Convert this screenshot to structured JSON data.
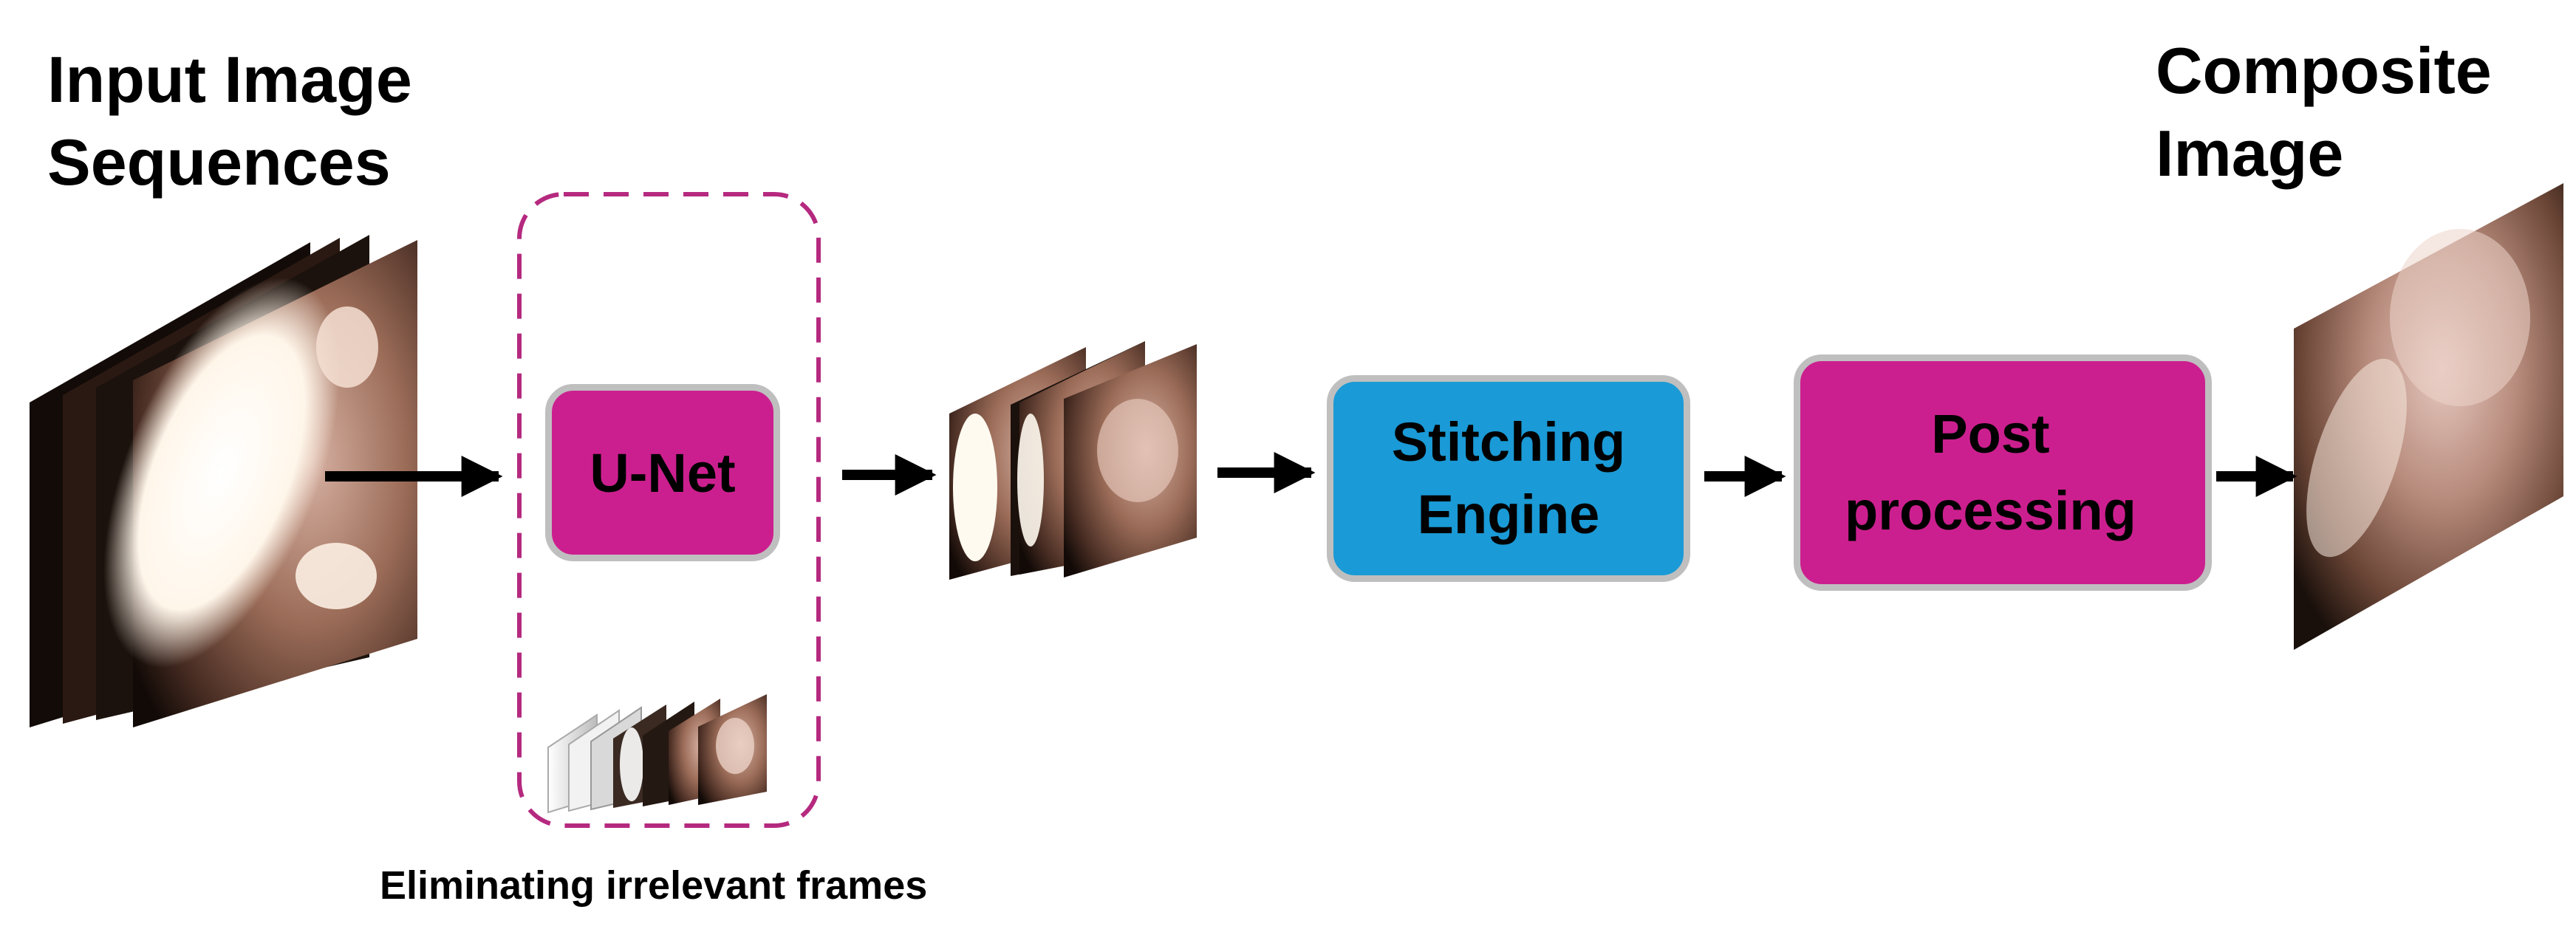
{
  "headings": {
    "input_line1": "Input Image",
    "input_line2": "Sequences",
    "composite_line1": "Composite",
    "composite_line2": "Image"
  },
  "boxes": {
    "unet": {
      "label": "U-Net",
      "color": "#cc1f8f"
    },
    "stitching": {
      "line1": "Stitching",
      "line2": "Engine",
      "color": "#1a9ad6"
    },
    "post": {
      "line1": "Post",
      "line2": "processing",
      "color": "#cc1f8f"
    }
  },
  "filter_caption": "Eliminating irrelevant frames",
  "colors": {
    "dashed_border": "#b5297f",
    "box_border": "#bfbfbf",
    "arrow": "#000000",
    "frame_dark": "#0d0806",
    "frame_tissue": "#8a5e4a",
    "frame_highlight": "#fffaf4"
  },
  "icons": {
    "input_stack": "endoscope-frame-stack-icon",
    "filtered_stack": "endoscope-frame-stack-icon",
    "discarded_frames": "discarded-frames-icon",
    "composite": "composite-panorama-icon"
  }
}
